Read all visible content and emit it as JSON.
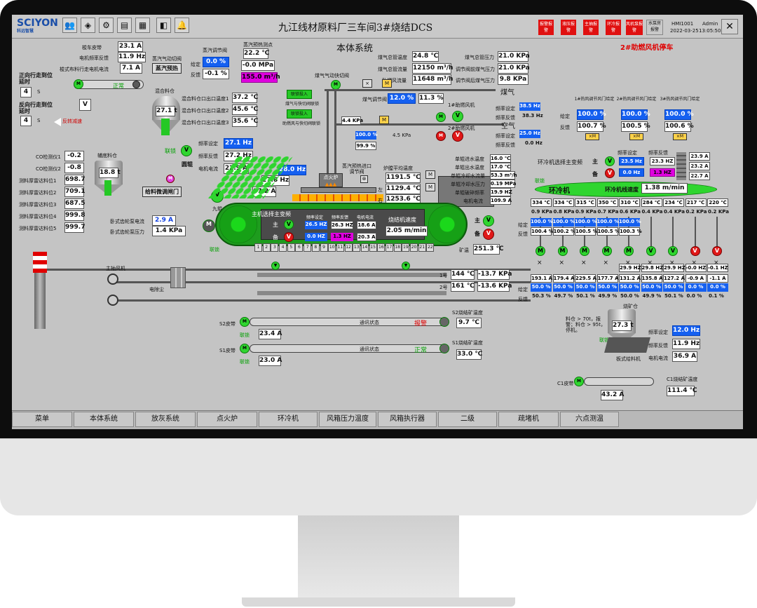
{
  "header": {
    "logo": "SCIYON",
    "logo_sub": "科远智慧",
    "title": "九江线材原料厂三车间3#烧结DCS",
    "alarms": [
      "报警报警",
      "液压报警",
      "主抽报警",
      "环冷报警",
      "风机泵报警"
    ],
    "hmi": "水泵房报警",
    "node": "HMI1001",
    "user": "Admin",
    "date": "2022-03-25",
    "time": "13:05:50"
  },
  "page": {
    "subtitle": "本体系统",
    "alert": "2#助燃风机停车"
  },
  "left": {
    "belt_rows": [
      {
        "label": "梭车皮带",
        "value": "23.1 A"
      },
      {
        "label": "电机频率反馈",
        "value": "11.9 Hz"
      },
      {
        "label": "梭式布料行走电机电流",
        "value": "7.1 A"
      }
    ],
    "fwd_label": "正向行走到位延时",
    "fwd_val": "4",
    "rev_label": "反向行走到位延时",
    "rev_val": "4",
    "sec": "S",
    "run_label": "正常",
    "v_label": "V",
    "rev_tag": "反转减速",
    "co": [
      {
        "label": "CO检测仪1",
        "value": "-0.2"
      },
      {
        "label": "CO检测仪2",
        "value": "-0.8"
      }
    ],
    "thick": [
      {
        "label": "测料厚雷达料位1",
        "value": "698.7"
      },
      {
        "label": "测料厚雷达料位2",
        "value": "709.1"
      },
      {
        "label": "测料厚雷达料位3",
        "value": "687.5"
      },
      {
        "label": "测料厚雷达料位4",
        "value": "999.8"
      },
      {
        "label": "测料厚雷达料位5",
        "value": "999.7"
      }
    ],
    "aux_bin": "辅底料仓",
    "aux_val": "18.8 t"
  },
  "steam": {
    "valve": "蒸汽气动切阀",
    "reg": "蒸汽调节阀",
    "set_l": "给定",
    "set_v": "0.0 %",
    "fb_l": "反馈",
    "fb_v": "-0.1 %",
    "preheat": "蒸汽预热",
    "pt_l": "蒸汽预热测点",
    "temp": "22.2 ℃",
    "press": "-0.0 MPa",
    "flow": "155.0 m³/h"
  },
  "mix": {
    "label": "混合料仓",
    "value": "27.1 t",
    "rows": [
      {
        "label": "混合料仓口出口温度1",
        "value": "37.2 ℃"
      },
      {
        "label": "混合料仓口出口温度2",
        "value": "45.6 ℃"
      },
      {
        "label": "混合料仓口出口温度3",
        "value": "35.6 ℃"
      }
    ]
  },
  "gas": {
    "valve": "煤气气动快切阀",
    "t_l": "煤气总管温度",
    "t_v": "24.8 ℃",
    "f_l": "煤气总管流量",
    "f_v": "12150 m³/h",
    "a_l": "助燃风流量",
    "a_v": "11648 m³/h",
    "p1_l": "煤气总管压力",
    "p1_v": "21.0 KPa",
    "p2_l": "调节阀前煤气压力",
    "p2_v": "21.0 KPa",
    "p3_l": "调节阀后煤气压力",
    "p3_v": "9.8 KPa",
    "reg_l": "煤气调节阀",
    "reg_set": "12.0 %",
    "reg_fb": "11.3 %",
    "gas_word": "煤气",
    "air_word": "空气"
  },
  "interlock": {
    "b1": "联锁投入",
    "l1": "煤气与快切阀联锁",
    "b2": "联锁投入",
    "l2": "助燃风与快切阀联锁"
  },
  "fan": {
    "f1": "1#助燃风机",
    "f2": "2#助燃风机",
    "fs1": "频率设定",
    "fs1v": "38.5 Hz",
    "fr1": "频率反馈",
    "fr1v": "38.3 Hz",
    "fs2": "频率设定",
    "fs2v": "25.0 Hz",
    "fr2": "频率反馈",
    "fr2v": "0.0 Hz",
    "p4": "4.4 KPa",
    "p45": "4.5 KPa",
    "pct1": "100.0 %",
    "pct2": "99.9 %"
  },
  "roll": {
    "title": "联锁",
    "name": "圆辊",
    "fs": "频率设定",
    "fs_v": "27.1 Hz",
    "fr": "频率反馈",
    "fr_v": "27.2 Hz",
    "cur": "电机电流",
    "cur_v": "22.9 A",
    "adj": "给料微调闸门",
    "nine": "九辊",
    "hz": "28.0 Hz",
    "hz2": "27.8 Hz",
    "a": "37.2 A"
  },
  "ign": {
    "label": "点火炉",
    "pre": "蒸汽预热进口调节阀",
    "avg": "炉膛平均温度",
    "t1": "1191.5 ℃",
    "t2": "1129.4 ℃",
    "t3": "1253.6 ℃",
    "left": "左",
    "right": "右"
  },
  "water": [
    {
      "label": "单辊进水温度",
      "value": "16.0 ℃"
    },
    {
      "label": "单辊出水温度",
      "value": "17.0 ℃"
    },
    {
      "label": "单辊冷却水流量",
      "value": "53.3 m³/h"
    },
    {
      "label": "单辊冷却水压力",
      "value": "0.19 MPa"
    },
    {
      "label": "单辊破碎频率",
      "value": "19.9 HZ"
    },
    {
      "label": "电机电流",
      "value": "109.9 A"
    }
  ],
  "machine": {
    "title": "主机选择主变频",
    "main": "主",
    "back": "备",
    "fs": "频率设定",
    "fr": "频率反馈",
    "cur": "电机电流",
    "fs1": "26.5 HZ",
    "fr1": "26.3 HZ",
    "c1": "18.6 A",
    "fs2": "0.0 HZ",
    "fr2": "1.3 HZ",
    "c2": "20.3 A",
    "speed_l": "烧结机速度",
    "speed": "2.05 m/min",
    "tail": "矿温",
    "tail_v": "251.3 ℃",
    "pump1": "卧式齿轮泵电流",
    "pump1_v": "2.9 A",
    "pump2": "卧式齿轮泵压力",
    "pump2_v": "1.4 KPa",
    "boxes": [
      "1",
      "2",
      "3",
      "4",
      "5",
      "6",
      "7",
      "8",
      "9",
      "10",
      "11",
      "12",
      "13",
      "14",
      "15",
      "16",
      "17",
      "18",
      "19",
      "20",
      "21",
      "22"
    ]
  },
  "fans": {
    "main": "主抽风机",
    "dust": "电除尘",
    "n1": "1号",
    "t1": "144 ℃",
    "p1": "-13.7 KPa",
    "n2": "2号",
    "t2": "161 ℃",
    "p2": "-13.6 KPa"
  },
  "belts": [
    {
      "name": "S2皮带",
      "status_l": "通讯状态",
      "status": "报警",
      "cur": "23.4 A",
      "temp_l": "S2烧结矿温度",
      "temp": "9.7 ℃"
    },
    {
      "name": "S1皮带",
      "status_l": "通讯状态",
      "status": "正常",
      "cur": "23.0 A",
      "temp_l": "S1烧结矿温度",
      "temp": "33.0 ℃"
    }
  ],
  "link": "联锁",
  "cooler": {
    "title": "环冷机",
    "speed_l": "环冷机线速度",
    "speed": "1.38 m/min",
    "sel": "环冷机选择主变频",
    "fs": "频率设定",
    "fr": "频率反馈",
    "main": "主",
    "back": "备",
    "fs1": "23.5 Hz",
    "fr1": "23.3 HZ",
    "fs2": "0.0 Hz",
    "fr2": "1.3 HZ",
    "a1": "23.9 A",
    "a2": "23.2 A",
    "a3": "22.7 A",
    "fans": [
      {
        "label": "1#热风调节风门给定",
        "set": "100.0 %",
        "fb": "100.7 %"
      },
      {
        "label": "2#热风调节风门给定",
        "set": "100.0 %",
        "fb": "100.5 %"
      },
      {
        "label": "3#热风调节风门给定",
        "set": "100.0 %",
        "fb": "100.6 %"
      }
    ],
    "set_l": "给定",
    "fb_l": "反馈",
    "temps": [
      "334 ℃",
      "334 ℃",
      "315 ℃",
      "350 ℃",
      "310 ℃",
      "284 ℃",
      "234 ℃",
      "217 ℃",
      "220 ℃"
    ],
    "press": [
      "0.9 KPa",
      "0.8 KPa",
      "0.9 KPa",
      "0.7 KPa",
      "0.6 KPa",
      "0.4 KPa",
      "0.4 KPa",
      "0.2 KPa",
      "0.2 KPa"
    ],
    "dset": [
      "100.0 %",
      "100.0 %",
      "100.0 %",
      "100.0 %",
      "100.0 %"
    ],
    "dfb": [
      "100.4 %",
      "100.2 %",
      "100.5 %",
      "100.5 %",
      "100.3 %"
    ],
    "hz": [
      "29.9 HZ",
      "29.8 HZ",
      "29.9 HZ",
      "-0.0 HZ",
      "-0.1 HZ"
    ],
    "amps": [
      "193.1 A",
      "179.4 A",
      "229.5 A",
      "177.7 A",
      "131.2 A",
      "135.8 A",
      "127.2 A",
      "-0.9 A",
      "-1.1 A"
    ],
    "vset": [
      "50.0 %",
      "50.0 %",
      "50.0 %",
      "50.0 %",
      "50.0 %",
      "50.0 %",
      "50.0 %",
      "0.0 %",
      "0.0 %"
    ],
    "vfb": [
      "50.3 %",
      "49.7 %",
      "50.1 %",
      "49.9 %",
      "50.0 %",
      "49.9 %",
      "50.1 %",
      "0.0 %",
      "0.1 %"
    ]
  },
  "ore": {
    "note": "料仓 > 70t，报警；料仓 > 95t，停机。",
    "bin": "烧矿仓",
    "bin_v": "27.3 t",
    "link": "联锁",
    "fs": "频率设定",
    "fs_v": "12.0 Hz",
    "fr": "频率反馈",
    "fr_v": "11.9 Hz",
    "cur": "电机电流",
    "cur_v": "36.9 A",
    "feeder": "板式给料机",
    "c1": "C1皮带",
    "c1_a": "43.2 A",
    "c1_t_l": "C1烧结矿温度",
    "c1_t": "111.4 ℃"
  },
  "tabs": [
    "菜单",
    "本体系统",
    "放灰系统",
    "点火炉",
    "环冷机",
    "风箱压力温度",
    "风箱执行器",
    "二级",
    "疏堵机",
    "六点测温"
  ]
}
